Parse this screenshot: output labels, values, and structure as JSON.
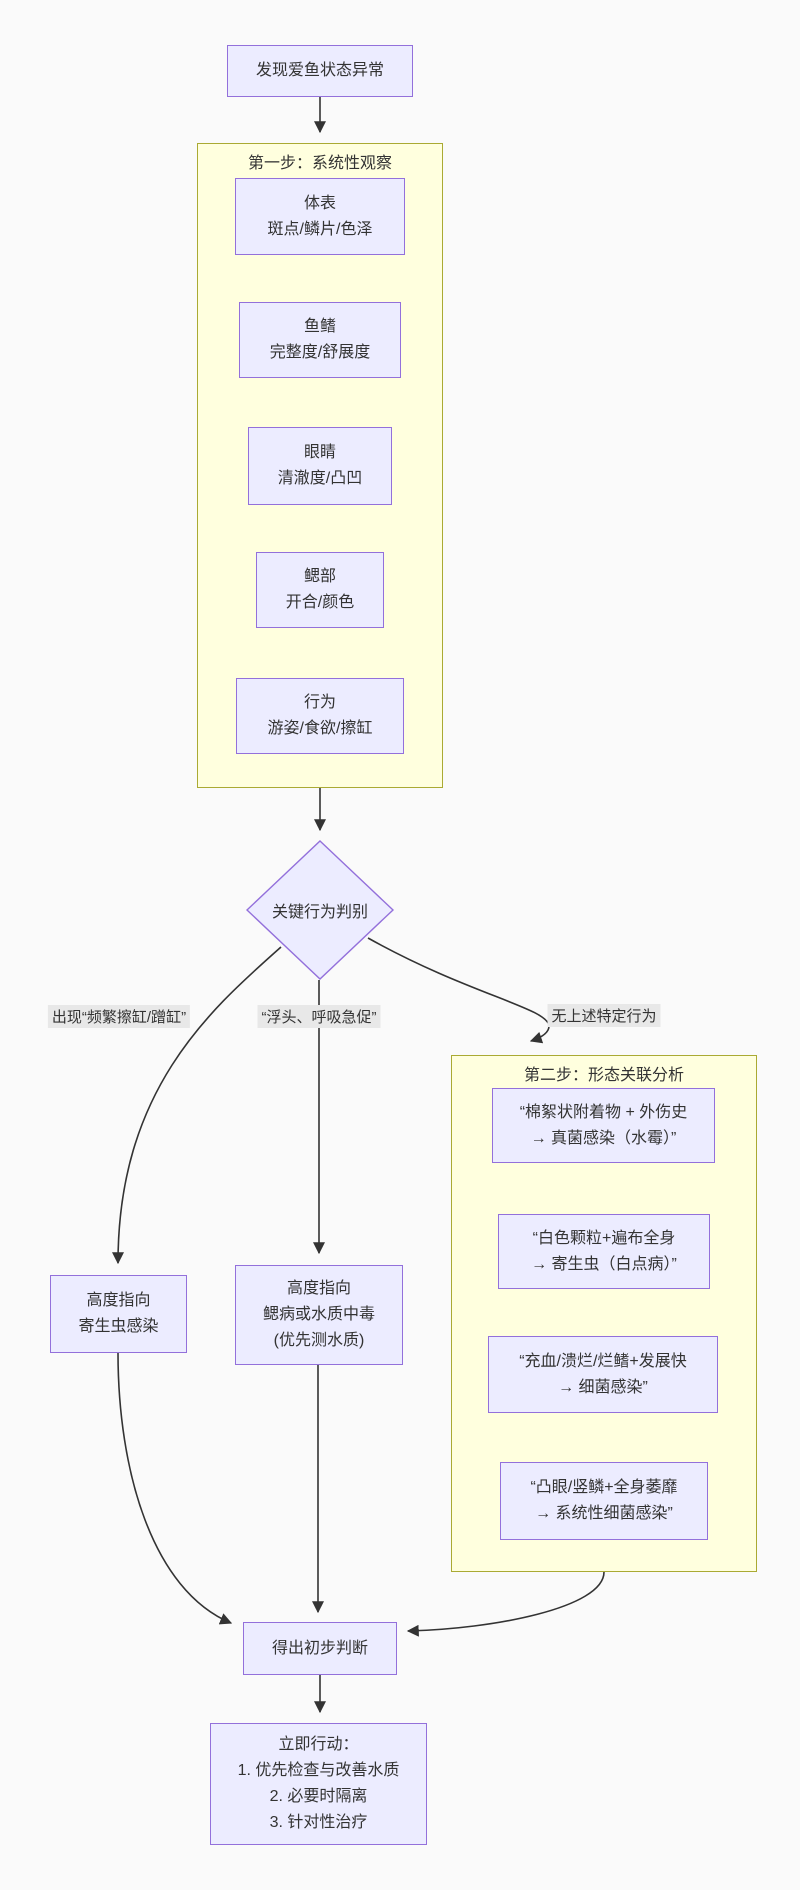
{
  "colors": {
    "node_fill": "#ECECFF",
    "node_border": "#9370DB",
    "cluster_fill": "#FFFFDE",
    "cluster_border": "#AAAA33",
    "edge": "#333333",
    "edge_label_bg": "#E8E8E8",
    "canvas_bg": "#FAFAFA",
    "text": "#333333"
  },
  "flow": {
    "start_label": "发现爱鱼状态异常",
    "step1": {
      "title": "第一步：系统性观察",
      "items": [
        {
          "name": "体表",
          "detail": "斑点/鳞片/色泽"
        },
        {
          "name": "鱼鳍",
          "detail": "完整度/舒展度"
        },
        {
          "name": "眼睛",
          "detail": "清澈度/凸凹"
        },
        {
          "name": "鳃部",
          "detail": "开合/颜色"
        },
        {
          "name": "行为",
          "detail": "游姿/食欲/擦缸"
        }
      ]
    },
    "decision_label": "关键行为判别",
    "branch_labels": {
      "left": "出现“频繁擦缸/蹭缸”",
      "middle": "“浮头、呼吸急促”",
      "right": "无上述特定行为"
    },
    "outcome_left": {
      "line1": "高度指向",
      "line2": "寄生虫感染"
    },
    "outcome_middle": {
      "line1": "高度指向",
      "line2": "鳃病或水质中毒",
      "line3": "(优先测水质)"
    },
    "step2": {
      "title": "第二步：形态关联分析",
      "items": [
        {
          "line1": "“棉絮状附着物 + 外伤史",
          "line2": "→ 真菌感染（水霉）”"
        },
        {
          "line1": "“白色颗粒+遍布全身",
          "line2": "→ 寄生虫（白点病）”"
        },
        {
          "line1": "“充血/溃烂/烂鳍+发展快",
          "line2": "→ 细菌感染”"
        },
        {
          "line1": "“凸眼/竖鳞+全身萎靡",
          "line2": "→ 系统性细菌感染”"
        }
      ]
    },
    "conclusion_label": "得出初步判断",
    "action": {
      "title": "立即行动：",
      "steps": [
        "1. 优先检查与改善水质",
        "2. 必要时隔离",
        "3. 针对性治疗"
      ]
    }
  }
}
